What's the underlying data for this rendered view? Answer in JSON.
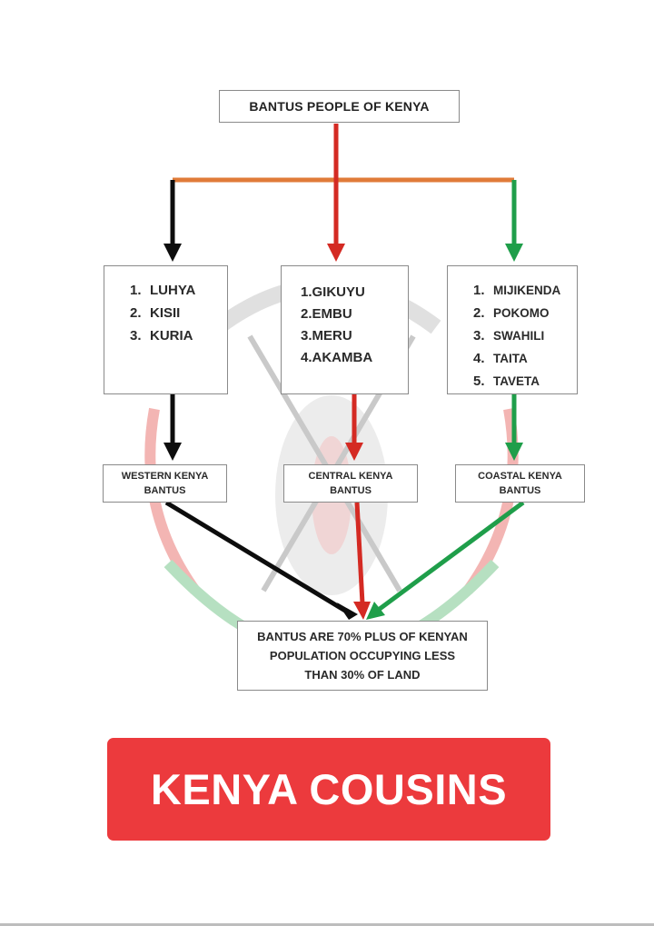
{
  "title": "BANTUS PEOPLE OF KENYA",
  "groups": [
    {
      "key": "western",
      "items": [
        {
          "num": "1.",
          "name": "LUHYA"
        },
        {
          "num": "2.",
          "name": "KISII"
        },
        {
          "num": "3.",
          "name": "KURIA"
        }
      ],
      "label_line1": "WESTERN KENYA",
      "label_line2": "BANTUS",
      "arrow_color": "#0d0d0d"
    },
    {
      "key": "central",
      "items": [
        {
          "num": "1.",
          "name": "GIKUYU"
        },
        {
          "num": "2.",
          "name": "EMBU"
        },
        {
          "num": "3.",
          "name": "MERU"
        },
        {
          "num": "4.",
          "name": "AKAMBA"
        }
      ],
      "label_line1": "CENTRAL KENYA",
      "label_line2": "BANTUS",
      "arrow_color": "#d42a23"
    },
    {
      "key": "coastal",
      "items": [
        {
          "num": "1.",
          "name": "MIJIKENDA"
        },
        {
          "num": "2.",
          "name": "POKOMO"
        },
        {
          "num": "3.",
          "name": "SWAHILI"
        },
        {
          "num": "4.",
          "name": "TAITA"
        },
        {
          "num": "5.",
          "name": "TAVETA"
        }
      ],
      "label_line1": "COASTAL KENYA",
      "label_line2": "BANTUS",
      "arrow_color": "#1f9e4a"
    }
  ],
  "summary": {
    "line1": "BANTUS ARE 70% PLUS OF KENYAN",
    "line2": "POPULATION OCCUPYING LESS",
    "line3": "THAN 30% OF LAND"
  },
  "banner": "KENYA COUSINS",
  "colors": {
    "connector_bar": "#e07b39",
    "banner": "#ec3a3d",
    "watermark_red": "#f3b5b3",
    "watermark_green": "#b6e0c1",
    "watermark_grey": "#e0e0e0",
    "watermark_black": "#d0d0d0"
  },
  "background_icon": "kenya-coat-of-arms-shield-watermark-icon"
}
